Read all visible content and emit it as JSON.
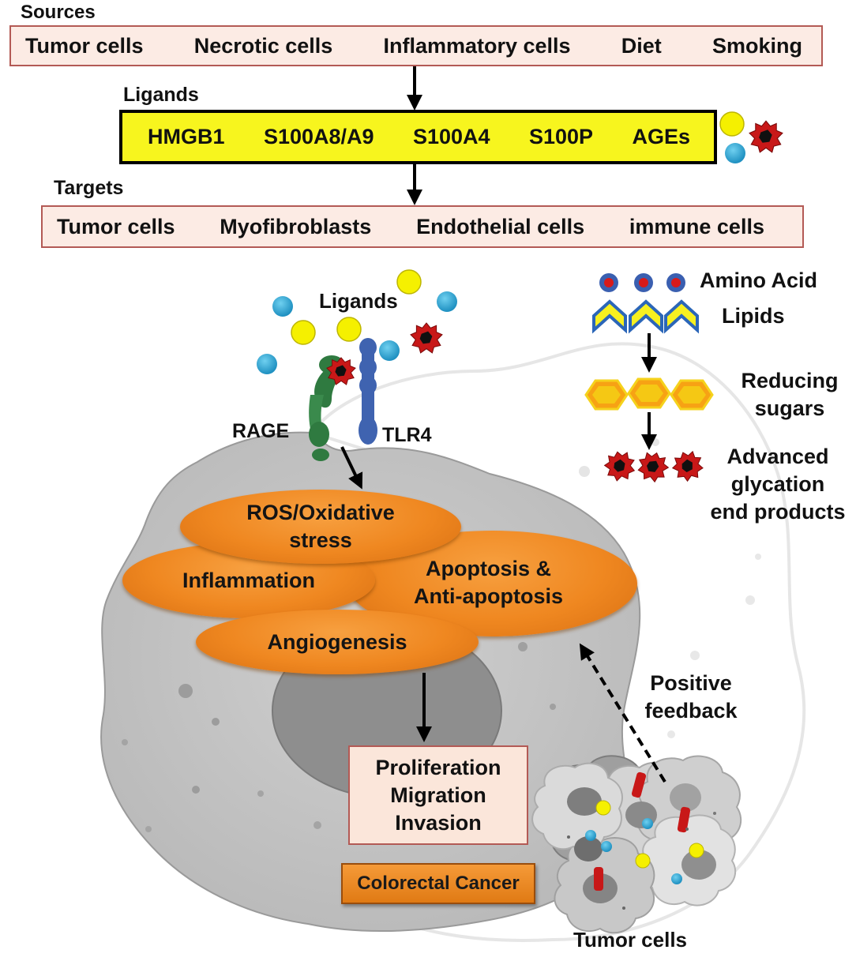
{
  "sources": {
    "title": "Sources",
    "items": [
      "Tumor cells",
      "Necrotic cells",
      "Inflammatory cells",
      "Diet",
      "Smoking"
    ]
  },
  "ligands": {
    "title": "Ligands",
    "items": [
      "HMGB1",
      "S100A8/A9",
      "S100A4",
      "S100P",
      "AGEs"
    ]
  },
  "targets": {
    "title": "Targets",
    "items": [
      "Tumor cells",
      "Myofibroblasts",
      "Endothelial cells",
      "immune cells"
    ]
  },
  "receptors": {
    "ligands_label": "Ligands",
    "rage": "RAGE",
    "tlr4": "TLR4"
  },
  "pathways": {
    "ros_line1": "ROS/Oxidative",
    "ros_line2": "stress",
    "inflammation": "Inflammation",
    "apoptosis_line1": "Apoptosis &",
    "apoptosis_line2": "Anti-apoptosis",
    "angiogenesis": "Angiogenesis"
  },
  "outcomes": {
    "lines": [
      "Proliferation",
      "Migration",
      "Invasion"
    ],
    "cancer": "Colorectal Cancer"
  },
  "age_formation": {
    "amino_acid": "Amino Acid",
    "lipids": "Lipids",
    "reducing_line1": "Reducing",
    "reducing_line2": "sugars",
    "advanced_line1": "Advanced",
    "advanced_line2": "glycation",
    "advanced_line3": "end products"
  },
  "feedback": {
    "line1": "Positive",
    "line2": "feedback",
    "tumor_cells": "Tumor cells"
  },
  "colors": {
    "ligand_box": "#f7f51e",
    "yellow_ligand": "#f5f000",
    "blue_ligand": "#2aa6d6",
    "age_red": "#c81818",
    "rage_green": "#2f7a40",
    "tlr4_blue": "#3f63b0",
    "pathway_orange": "#ef8720",
    "box_border": "#b35a55"
  }
}
